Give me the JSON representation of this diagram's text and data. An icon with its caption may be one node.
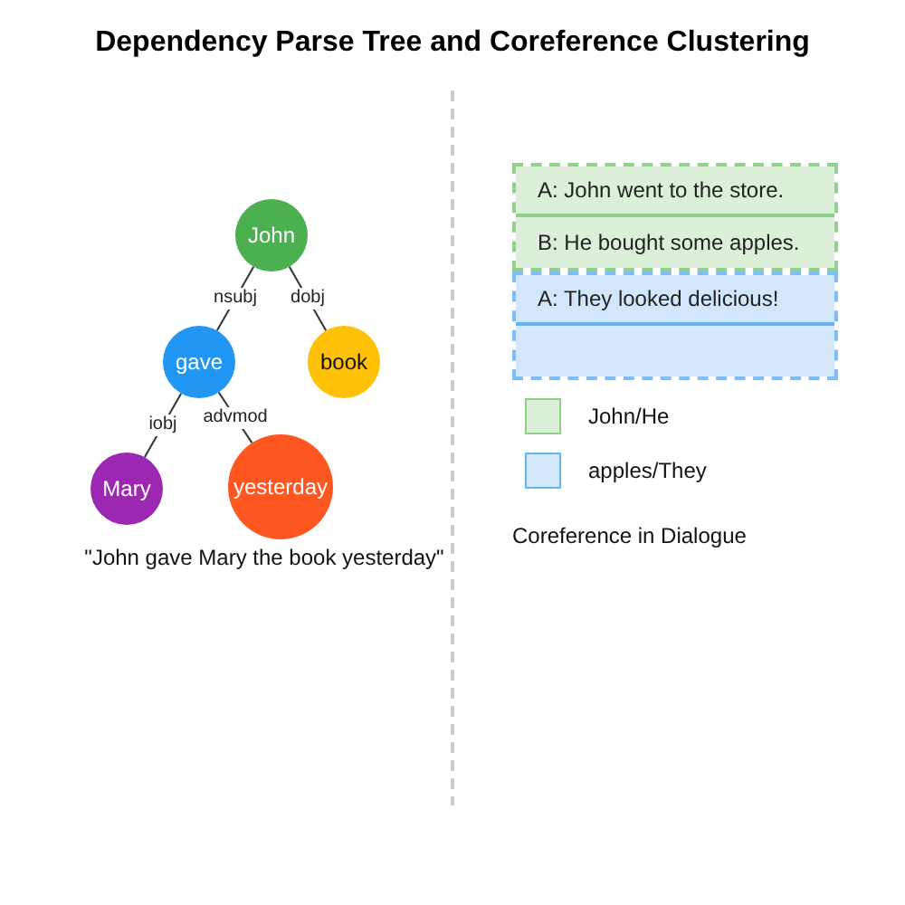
{
  "diagram": {
    "title": "Dependency Parse Tree and Coreference Clustering",
    "nodes": [
      {
        "text": [
          "John"
        ]
      },
      {
        "text": [
          "gave"
        ]
      },
      {
        "text": [
          "book"
        ]
      },
      {
        "text": [
          "Mary"
        ]
      },
      {
        "text": [
          "yesterday"
        ]
      },
      {
        "text": [],
        "shape": "box"
      },
      {
        "text": [
          "A: John went to the store."
        ],
        "in": 5
      },
      {
        "text": [
          "B: He bought some apples."
        ],
        "in": 5
      },
      {
        "text": [],
        "shape": "box"
      },
      {
        "text": [
          "A: They looked delicious!"
        ],
        "in": 8
      },
      {
        "text": [],
        "shape": "box",
        "in": 8
      }
    ],
    "edges": [
      {
        "from": 0,
        "to": 1,
        "arrow": "none",
        "label": "nsubj"
      },
      {
        "from": 0,
        "to": 2,
        "arrow": "none",
        "label": "dobj"
      },
      {
        "from": 1,
        "to": 3,
        "arrow": "none",
        "label": "iobj"
      },
      {
        "from": 1,
        "to": 4,
        "arrow": "none",
        "label": "advmod"
      }
    ],
    "labels": [
      "\"John gave Mary the book yesterday\"",
      "Coreference in Dialogue"
    ],
    "legend": [
      {
        "text": "John/He",
        "color": "#dcefd9"
      },
      {
        "text": "apples/They",
        "color": "#d2e7fb"
      }
    ]
  }
}
